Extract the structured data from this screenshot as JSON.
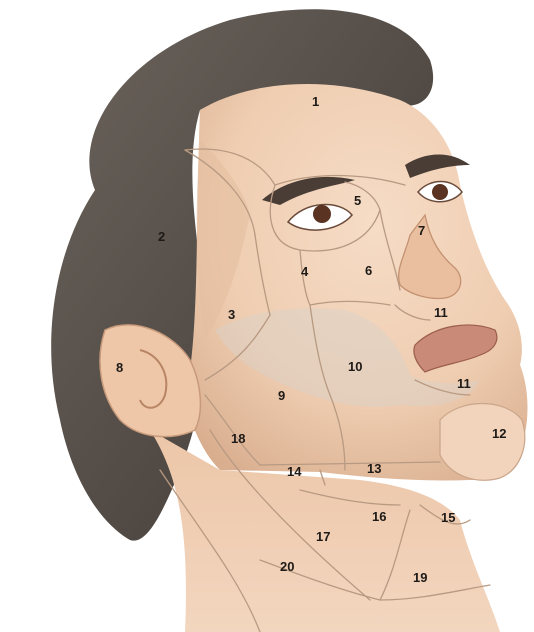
{
  "figure": {
    "subject": "head and neck regions, oblique anterolateral view, face tilted upward",
    "colors": {
      "skin": "#f1d2b8",
      "skin_shadow": "#d8ad8e",
      "hair": "#5a524b",
      "region_boundary": "#b89a82",
      "label_text": "#1e1a17",
      "background": "#ffffff"
    }
  },
  "regions": [
    {
      "id": "r1",
      "label": "1"
    },
    {
      "id": "r2",
      "label": "2"
    },
    {
      "id": "r3",
      "label": "3"
    },
    {
      "id": "r4",
      "label": "4"
    },
    {
      "id": "r5",
      "label": "5"
    },
    {
      "id": "r6",
      "label": "6"
    },
    {
      "id": "r7",
      "label": "7"
    },
    {
      "id": "r8",
      "label": "8"
    },
    {
      "id": "r9",
      "label": "9"
    },
    {
      "id": "r10",
      "label": "10"
    },
    {
      "id": "r11a",
      "label": "11"
    },
    {
      "id": "r11b",
      "label": "11"
    },
    {
      "id": "r12",
      "label": "12"
    },
    {
      "id": "r13",
      "label": "13"
    },
    {
      "id": "r14",
      "label": "14"
    },
    {
      "id": "r15",
      "label": "15"
    },
    {
      "id": "r16",
      "label": "16"
    },
    {
      "id": "r17",
      "label": "17"
    },
    {
      "id": "r18",
      "label": "18"
    },
    {
      "id": "r19",
      "label": "19"
    },
    {
      "id": "r20",
      "label": "20"
    }
  ]
}
